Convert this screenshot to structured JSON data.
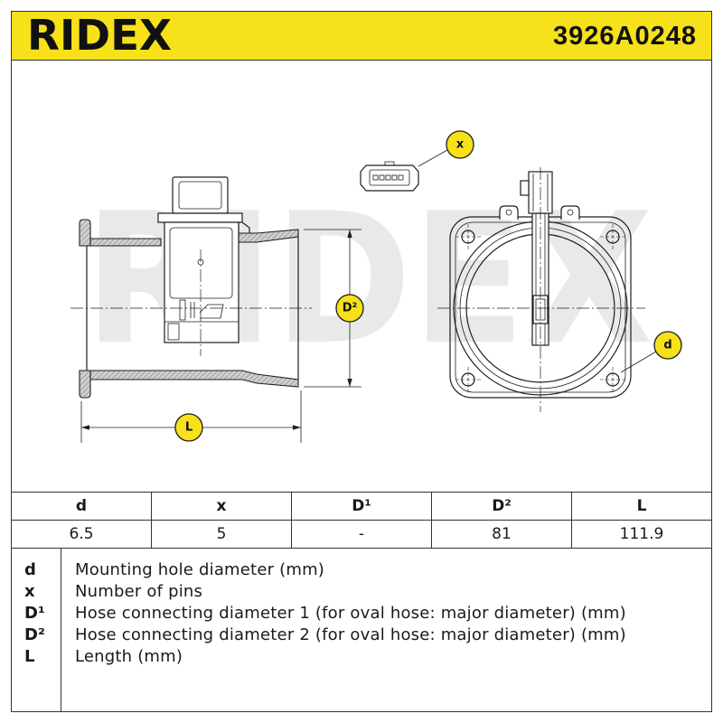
{
  "header": {
    "logo": "RIDEX",
    "part_number": "3926A0248"
  },
  "drawing": {
    "watermark": "RIDEX",
    "callouts": {
      "x": "x",
      "D2": "D²",
      "L": "L",
      "d": "d"
    }
  },
  "colors": {
    "accent": "#f6e11a",
    "line": "#1e1e1e",
    "hatch": "#cfcfcf",
    "watermark": "#e9e9e9"
  },
  "table": {
    "headers": [
      "d",
      "x",
      "D¹",
      "D²",
      "L"
    ],
    "values": [
      "6.5",
      "5",
      "-",
      "81",
      "111.9"
    ]
  },
  "legend": [
    {
      "key": "d",
      "description": "Mounting hole diameter (mm)"
    },
    {
      "key": "x",
      "description": "Number of pins"
    },
    {
      "key": "D¹",
      "description": "Hose connecting diameter 1 (for oval hose: major diameter) (mm)"
    },
    {
      "key": "D²",
      "description": "Hose connecting diameter 2 (for oval hose: major diameter) (mm)"
    },
    {
      "key": "L",
      "description": "Length (mm)"
    }
  ]
}
